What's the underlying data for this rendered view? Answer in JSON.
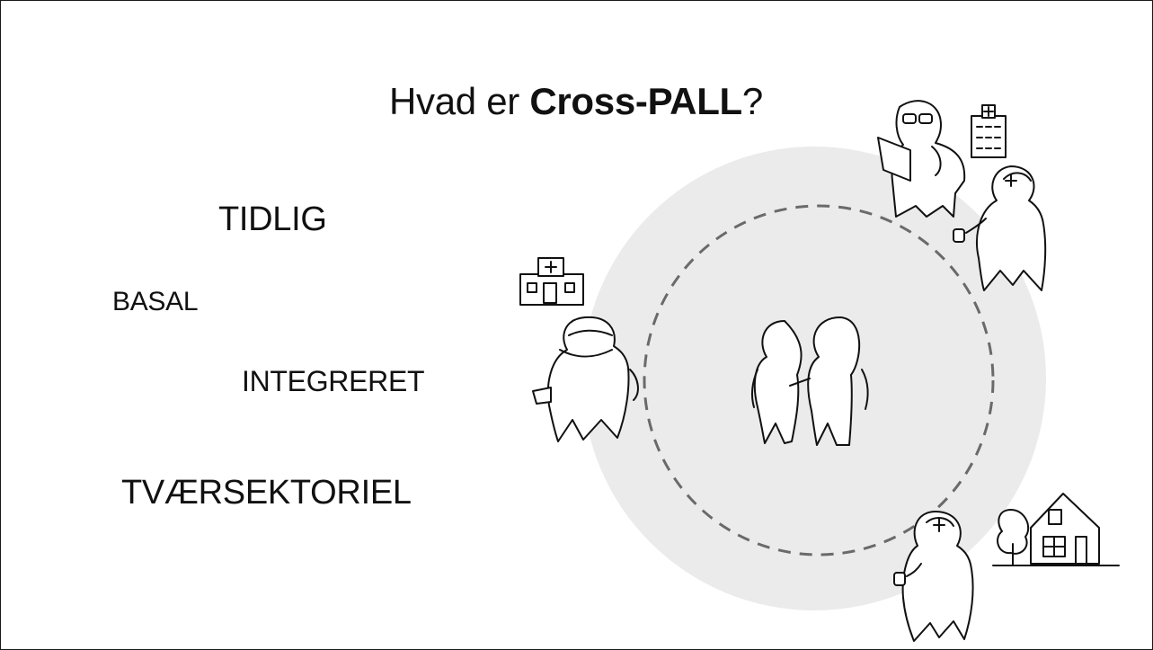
{
  "title": {
    "prefix": "Hvad er ",
    "emphasis": "Cross-PALL",
    "suffix": "?"
  },
  "keywords": {
    "tidlig": "TIDLIG",
    "basal": "BASAL",
    "integreret": "INTEGRERET",
    "tvaersektoriel": "TVÆRSEKTORIEL"
  },
  "colors": {
    "outer_circle": "#ebebeb",
    "dashed_ring": "#6a6a6a",
    "ink": "#111111"
  },
  "icons": [
    "doctor-figure-icon",
    "hospital-building-icon",
    "nurse-figure-icon",
    "clinic-building-icon",
    "general-practitioner-figure-icon",
    "patient-couple-icon",
    "home-care-nurse-figure-icon",
    "tree-icon",
    "house-icon"
  ]
}
